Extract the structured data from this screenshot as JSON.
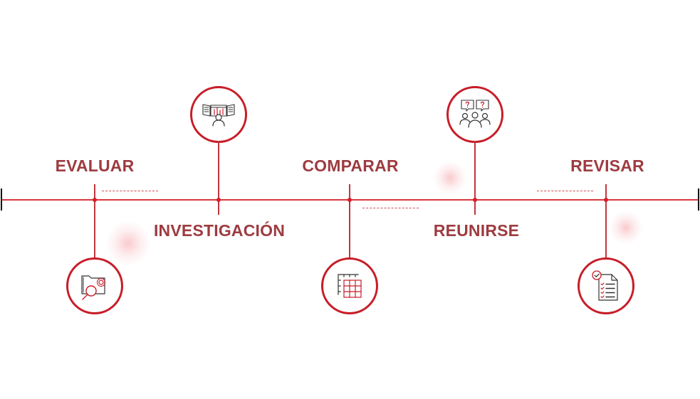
{
  "diagram": {
    "type": "timeline",
    "accent_color": "#c81d28",
    "label_color": "#9d3b40",
    "line_color": "#d9383f",
    "steps": [
      {
        "label": "EVALUAR",
        "icon": "folder-search-gear-icon",
        "label_position": "above",
        "icon_position": "below"
      },
      {
        "label": "INVESTIGACIÓN",
        "icon": "person-research-screens-icon",
        "label_position": "below",
        "icon_position": "above"
      },
      {
        "label": "COMPARAR",
        "icon": "table-grid-compare-icon",
        "label_position": "above",
        "icon_position": "below"
      },
      {
        "label": "REUNIRSE",
        "icon": "group-meeting-questions-icon",
        "label_position": "below",
        "icon_position": "above"
      },
      {
        "label": "REVISAR",
        "icon": "checklist-document-icon",
        "label_position": "above",
        "icon_position": "below"
      }
    ]
  }
}
